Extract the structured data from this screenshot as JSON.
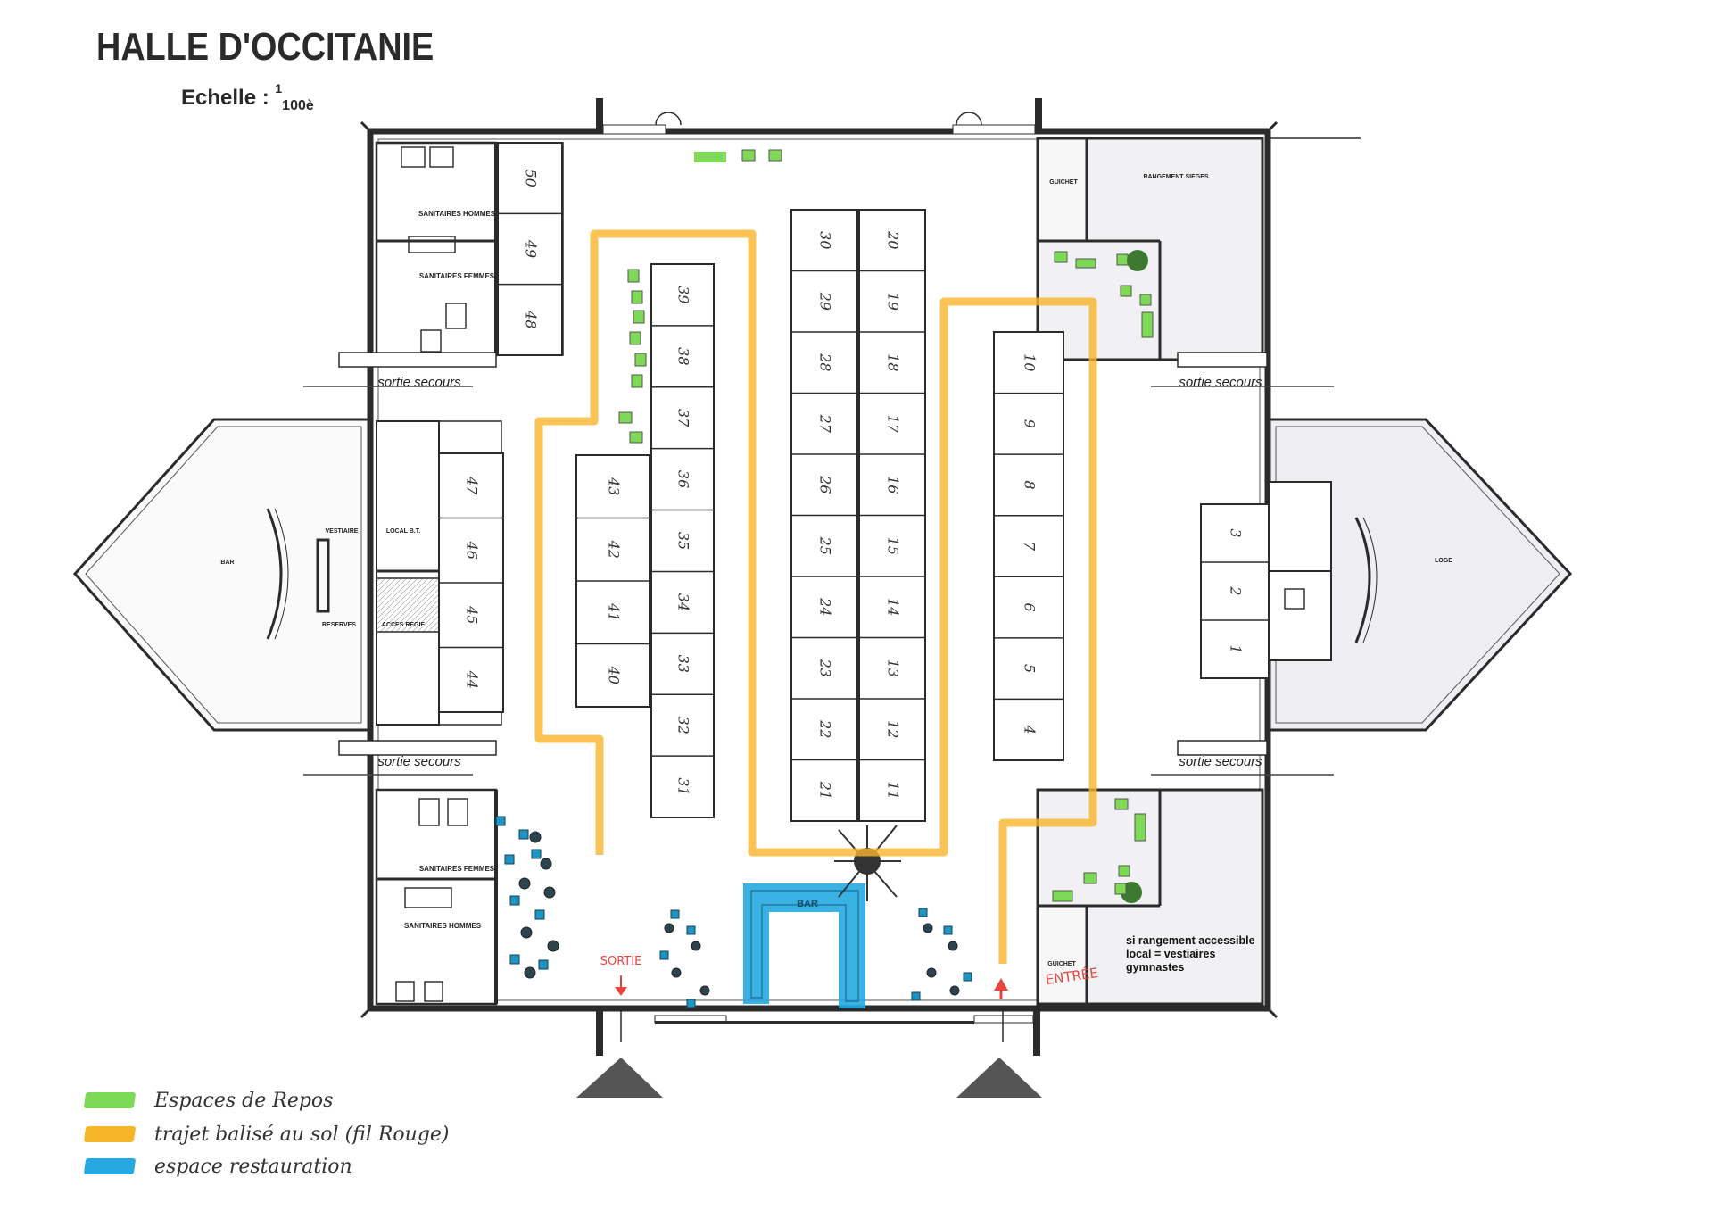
{
  "title": "HALLE D'OCCITANIE",
  "scale": {
    "prefix": "Echelle : ",
    "numerator": "1",
    "denominator": "100è"
  },
  "colors": {
    "rest": "#7ed957",
    "path": "#f7b52a",
    "food": "#25a9e0",
    "wall": "#2b2b2b",
    "marker": "#e8453c"
  },
  "rooms": {
    "sanitaires_hommes_top": "SANITAIRES HOMMES",
    "sanitaires_femmes_top": "SANITAIRES FEMMES",
    "sanitaires_femmes_bottom": "SANITAIRES FEMMES",
    "sanitaires_hommes_bottom": "SANITAIRES HOMMES",
    "guichet_top": "GUICHET",
    "rangement_sieges": "RANGEMENT SIEGES",
    "guichet_bottom": "GUICHET",
    "bar": "BAR",
    "vestiaire": "VESTIAIRE",
    "local_bt": "LOCAL B.T.",
    "reserves": "RESERVES",
    "acces_regie": "ACCES REGIE",
    "loge": "LOGE"
  },
  "exits": {
    "nw": "sortie secours",
    "sw": "sortie secours",
    "ne": "sortie secours",
    "se": "sortie secours"
  },
  "markers": {
    "sortie": "SORTIE",
    "entree": "ENTRÉE",
    "bar_counter": "BAR"
  },
  "note_lines": [
    "si rangement accessible",
    "local = vestiaires",
    "gymnastes"
  ],
  "stands": {
    "col_50_48": [
      "50",
      "49",
      "48"
    ],
    "col_47_44": [
      "47",
      "46",
      "45",
      "44"
    ],
    "col_43_40": [
      "43",
      "42",
      "41",
      "40"
    ],
    "col_39_31": [
      "39",
      "38",
      "37",
      "36",
      "35",
      "34",
      "33",
      "32",
      "31"
    ],
    "col_30_21": [
      "30",
      "29",
      "28",
      "27",
      "26",
      "25",
      "24",
      "23",
      "22",
      "21"
    ],
    "col_20_11": [
      "20",
      "19",
      "18",
      "17",
      "16",
      "15",
      "14",
      "13",
      "12",
      "11"
    ],
    "col_10_4": [
      "10",
      "9",
      "8",
      "7",
      "6",
      "5",
      "4"
    ],
    "col_3_1": [
      "3",
      "2",
      "1"
    ]
  },
  "legend": [
    {
      "color": "#7ed957",
      "label": "Espaces de Repos"
    },
    {
      "color": "#f7b52a",
      "label": "trajet balisé au sol (fil Rouge)"
    },
    {
      "color": "#25a9e0",
      "label": "espace restauration"
    }
  ]
}
